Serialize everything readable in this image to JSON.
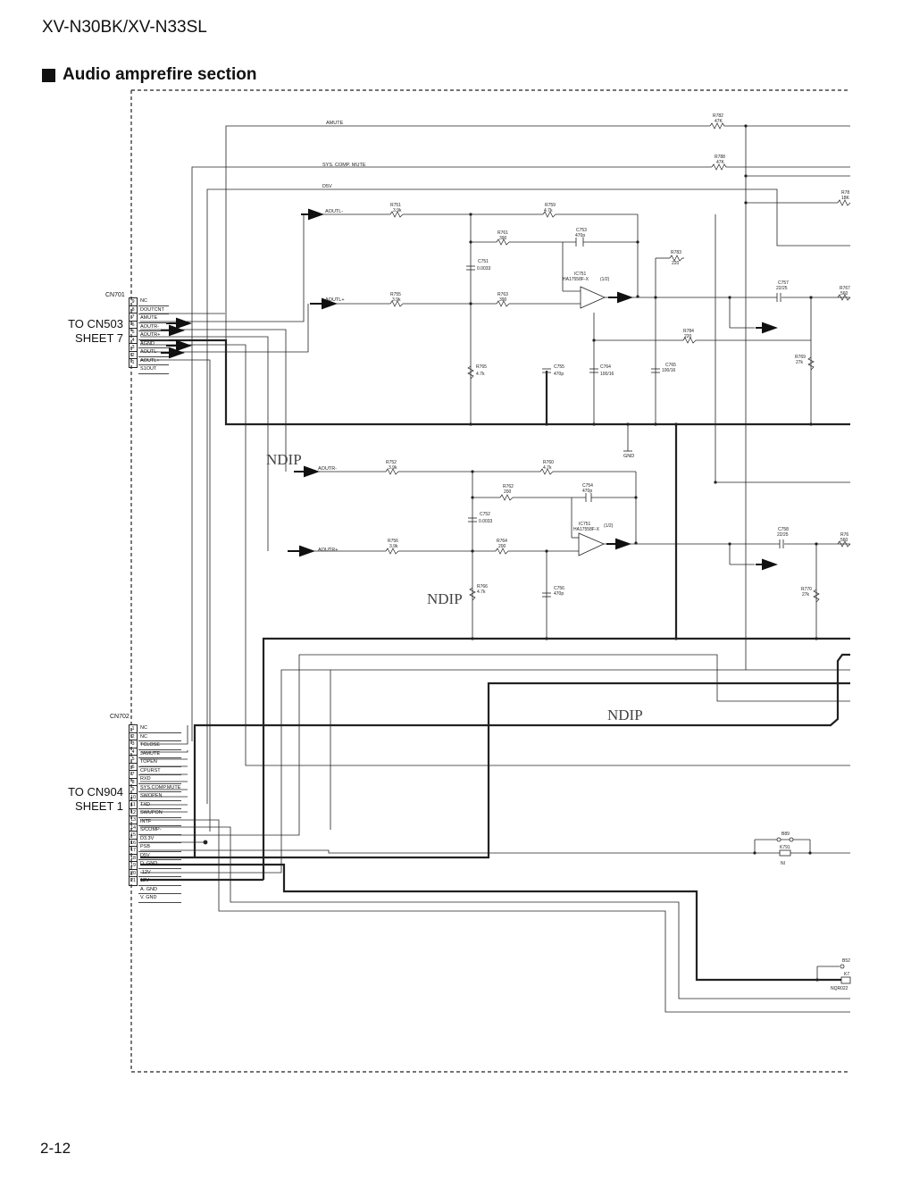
{
  "header": {
    "model": "XV-N30BK/XV-N33SL",
    "section_title": "Audio amprefire section"
  },
  "footer": {
    "page_number": "2-12"
  },
  "connectors": {
    "cn701": {
      "name": "CN701",
      "destination": [
        "TO CN503",
        "SHEET 7"
      ],
      "pins": [
        "9",
        "8",
        "7",
        "6",
        "5",
        "4",
        "3",
        "2",
        "1"
      ],
      "signals": [
        "NC",
        "DOUTCNT",
        "AMUTE",
        "AOUTR-",
        "AOUTR+",
        "AGND",
        "AOUTL-",
        "AOUTL+",
        "S1OUT"
      ]
    },
    "cn702": {
      "name": "CN702",
      "destination": [
        "TO CN904",
        "SHEET 1"
      ],
      "pins": [
        "1",
        "2",
        "3",
        "4",
        "5",
        "6",
        "7",
        "8",
        "9",
        "10",
        "11",
        "12",
        "13",
        "14",
        "15",
        "16",
        "17",
        "18",
        "19",
        "20",
        "21"
      ],
      "signals": [
        "NC",
        "NC",
        "TCLOSE",
        "JAMUTE",
        "TOPEN",
        "CPURST",
        "RXD",
        "SYS.COMP.MUTE",
        "SWOPEN",
        "TXD",
        "SWUPON",
        "INTF",
        "S/COMP-",
        "D3.3V",
        "PSB",
        "D5V",
        "D. GND",
        "-12V",
        "12V",
        "A. GND",
        "V. GND"
      ]
    }
  },
  "net_labels": {
    "amute": "AMUTE",
    "sys_comp_mute": "SYS. COMP. MUTE",
    "d5v": "D5V",
    "aoutl_minus": "AOUTL-",
    "aoutl_plus": "AOUTL+",
    "aoutr_minus": "AOUTR-",
    "aoutr_plus": "AOUTR+",
    "gnd": "GND"
  },
  "components": {
    "r782": {
      "ref": "R782",
      "value": "47K"
    },
    "r788": {
      "ref": "R788",
      "value": "47K"
    },
    "r78x": {
      "ref": "R78",
      "value": "18K"
    },
    "r751": {
      "ref": "R751",
      "value": "3.9k"
    },
    "r759": {
      "ref": "R759",
      "value": "4.7k"
    },
    "r761": {
      "ref": "R761",
      "value": "390"
    },
    "c753": {
      "ref": "C753",
      "value": "470p"
    },
    "c751": {
      "ref": "C751",
      "value": "0.0033"
    },
    "r783": {
      "ref": "R783",
      "value": "220"
    },
    "ic751a": {
      "ref": "IC751",
      "part": "HA17558F-X",
      "unit": "(1/2)"
    },
    "c757": {
      "ref": "C757",
      "value": "22/25"
    },
    "r767": {
      "ref": "R767",
      "value": "560"
    },
    "r755": {
      "ref": "R755",
      "value": "3.9k"
    },
    "r763": {
      "ref": "R763",
      "value": "390"
    },
    "r784": {
      "ref": "R784",
      "value": "220"
    },
    "r769": {
      "ref": "R769",
      "value": "27k"
    },
    "r765": {
      "ref": "R765",
      "value": "4.7k"
    },
    "c755": {
      "ref": "C755",
      "value": "470p"
    },
    "c764": {
      "ref": "C764",
      "value": "100/16"
    },
    "c765": {
      "ref": "C765",
      "value": "100/16"
    },
    "r752": {
      "ref": "R752",
      "value": "3.9k"
    },
    "r760": {
      "ref": "R760",
      "value": "4.7k"
    },
    "r762": {
      "ref": "R762",
      "value": "200"
    },
    "c754": {
      "ref": "C754",
      "value": "470p"
    },
    "c752": {
      "ref": "C752",
      "value": "0.0033"
    },
    "ic751b": {
      "ref": "IC751",
      "part": "HA17558F-X",
      "unit": "(1/2)"
    },
    "r764": {
      "ref": "R764",
      "value": "200"
    },
    "r756": {
      "ref": "R756",
      "value": "3.9k"
    },
    "c758": {
      "ref": "C758",
      "value": "22/25"
    },
    "r76x": {
      "ref": "R76",
      "value": "560"
    },
    "r766": {
      "ref": "R766",
      "value": "4.7k"
    },
    "c756": {
      "ref": "C756",
      "value": "470p"
    },
    "r770": {
      "ref": "R770",
      "value": "27k"
    },
    "b89": {
      "ref": "B89"
    },
    "k791": {
      "ref": "K791",
      "value": "NI"
    },
    "b52": {
      "ref": "B52"
    },
    "k7": {
      "ref": "K7",
      "value": "NQR022"
    }
  },
  "watermarks": {
    "ndip_1": "NDIP",
    "ndip_2": "NDIP",
    "ndip_3": "NDIP"
  }
}
